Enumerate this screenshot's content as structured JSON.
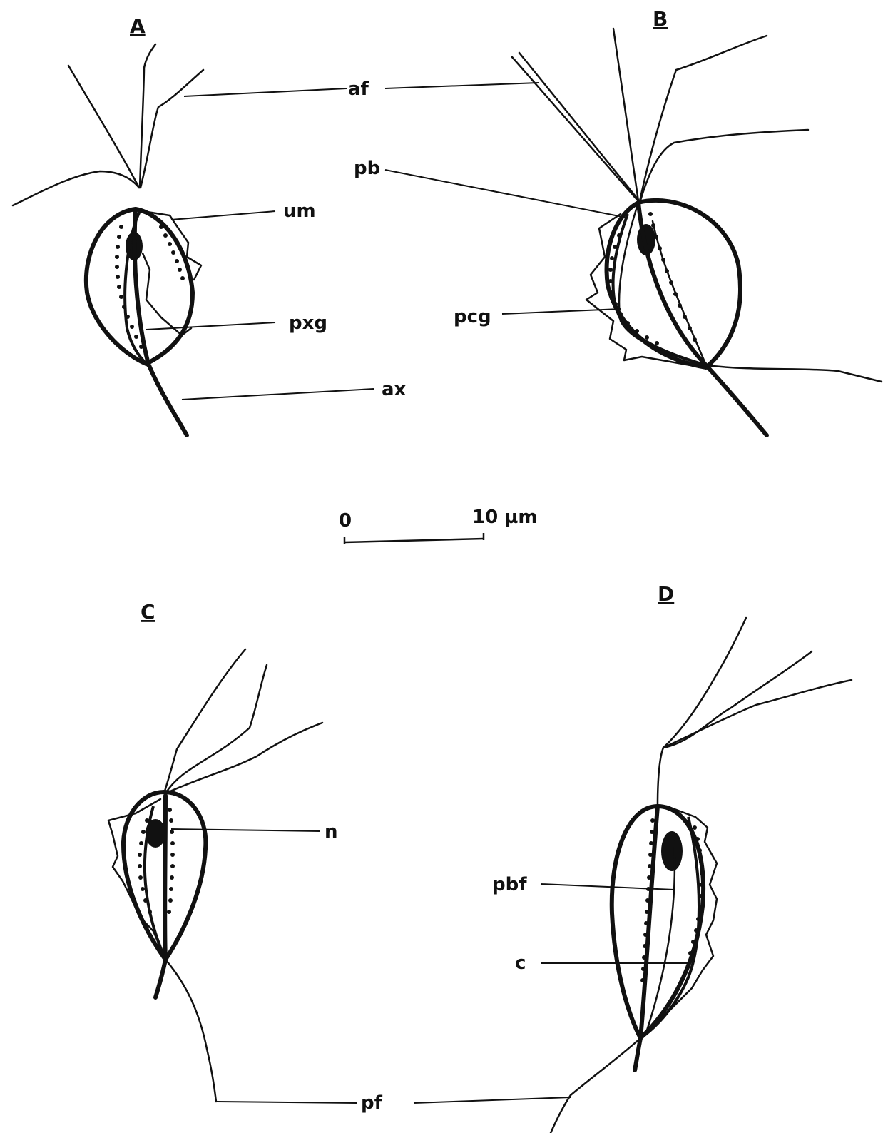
{
  "panels": {
    "A": "A",
    "B": "B",
    "C": "C",
    "D": "D"
  },
  "labels": {
    "af": "af",
    "um": "um",
    "pxg": "pxg",
    "ax": "ax",
    "pb": "pb",
    "pcg": "pcg",
    "n": "n",
    "pbf": "pbf",
    "c": "c",
    "pf": "pf"
  },
  "scale_bar": {
    "start_label": "0",
    "end_label": "10 µm"
  }
}
